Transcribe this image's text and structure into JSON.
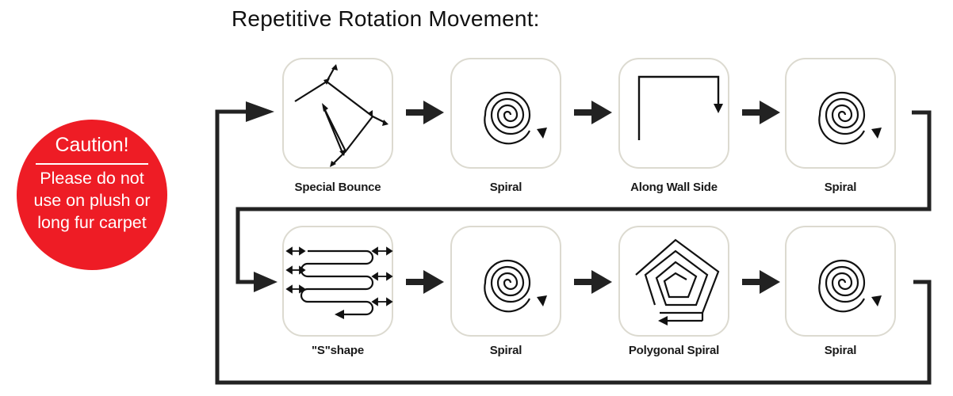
{
  "title": "Repetitive Rotation Movement:",
  "caution": {
    "heading": "Caution!",
    "lines": [
      "Please do not",
      "use on plush or",
      "long fur carpet"
    ],
    "color": "#ee1c25"
  },
  "steps": [
    {
      "label": "Special Bounce",
      "icon": "special-bounce-icon"
    },
    {
      "label": "Spiral",
      "icon": "spiral-icon"
    },
    {
      "label": "Along Wall Side",
      "icon": "along-wall-side-icon"
    },
    {
      "label": "Spiral",
      "icon": "spiral-icon"
    },
    {
      "label": "\"S\"shape",
      "icon": "s-shape-icon"
    },
    {
      "label": "Spiral",
      "icon": "spiral-icon"
    },
    {
      "label": "Polygonal Spiral",
      "icon": "polygonal-spiral-icon"
    },
    {
      "label": "Spiral",
      "icon": "spiral-icon"
    }
  ],
  "colors": {
    "card_border": "#dcdad0",
    "line": "#222222"
  }
}
